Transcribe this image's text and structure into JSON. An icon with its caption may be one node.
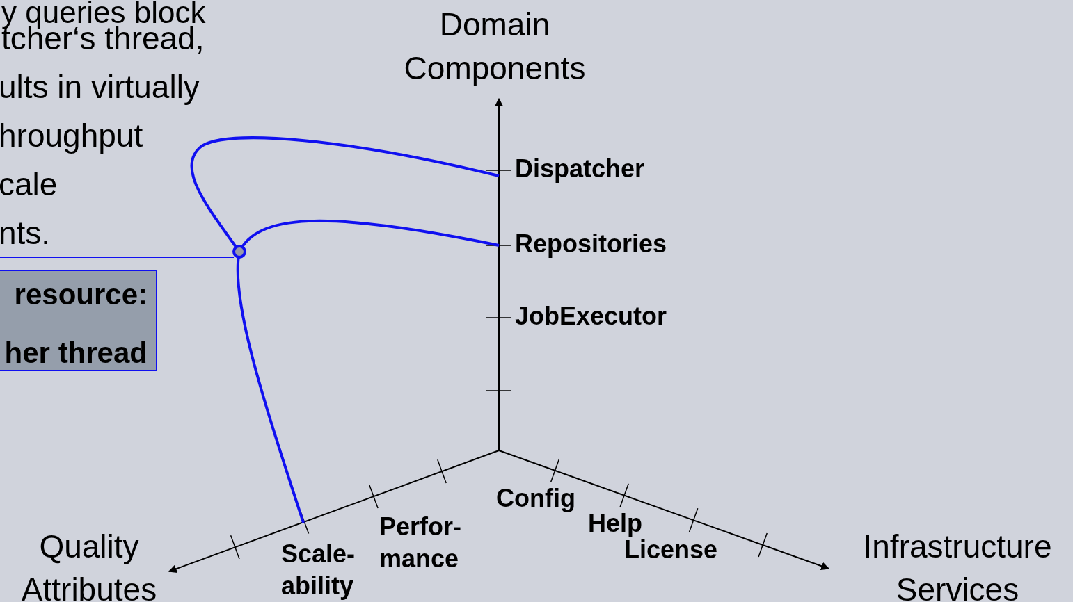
{
  "diagram": {
    "nodes": [
      {
        "text": [
          "resource: her thread"
        ]
      },
      {
        "text": [],
        "shape": "circle"
      },
      {
        "text": [
          "Dispatcher"
        ]
      },
      {
        "text": [
          "Repositories"
        ]
      },
      {
        "text": [
          "Scale- ability"
        ]
      }
    ],
    "edges": [
      {
        "from": 0,
        "to": 1,
        "arrow": "none"
      },
      {
        "from": 1,
        "to": 2,
        "arrow": "none"
      },
      {
        "from": 1,
        "to": 3,
        "arrow": "none"
      },
      {
        "from": 1,
        "to": 4,
        "arrow": "none"
      }
    ],
    "labels": [
      "y queries block",
      "tcher‘s thread,",
      "ults in virtually",
      "hroughput",
      "cale",
      "nts.",
      "Domain Components",
      "JobExecutor",
      "Config",
      "Perfor- mance",
      "Help",
      "License",
      "Quality Attributes",
      "Infrastructure Services"
    ]
  }
}
